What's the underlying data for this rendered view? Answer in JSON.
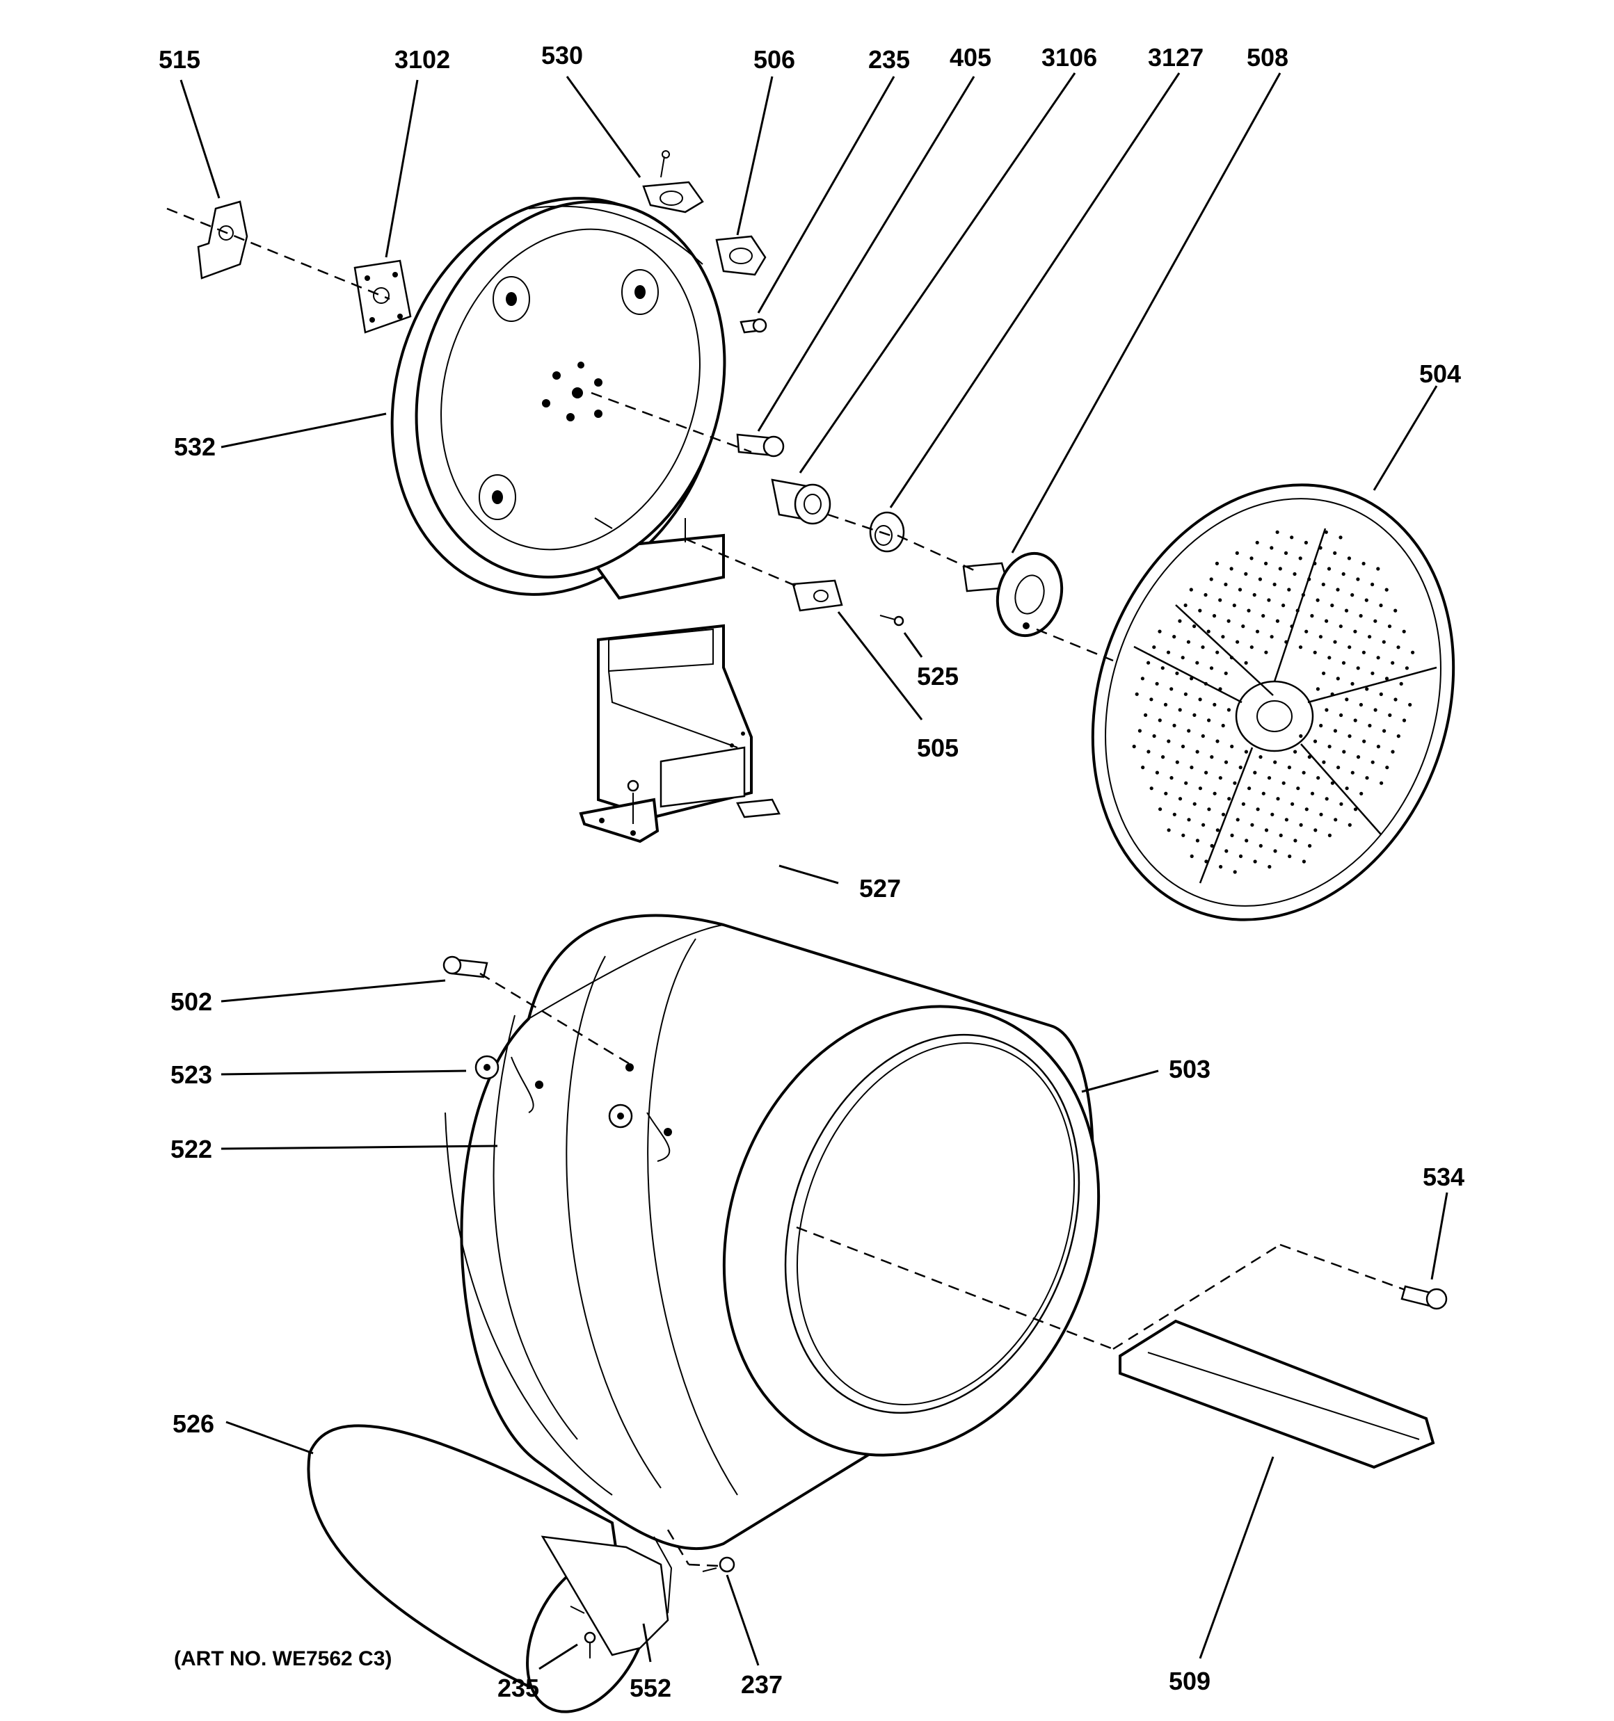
{
  "diagram": {
    "art_number": "(ART NO. WE7562 C3)",
    "labels": {
      "p515": "515",
      "p3102": "3102",
      "p530": "530",
      "p506": "506",
      "p235_top": "235",
      "p405": "405",
      "p3106": "3106",
      "p3127": "3127",
      "p508": "508",
      "p504": "504",
      "p532": "532",
      "p525": "525",
      "p505": "505",
      "p527": "527",
      "p502": "502",
      "p523": "523",
      "p522": "522",
      "p503": "503",
      "p534": "534",
      "p526": "526",
      "p235_bottom": "235",
      "p552": "552",
      "p237": "237",
      "p509": "509"
    }
  }
}
